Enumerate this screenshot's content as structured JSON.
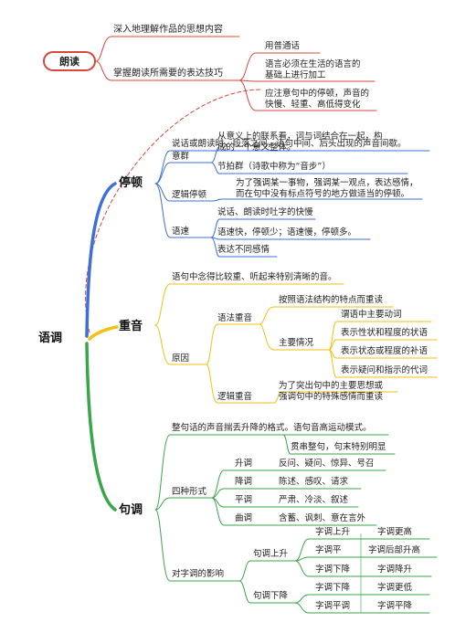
{
  "colors": {
    "red": "#d9463b",
    "blue": "#3f6fd8",
    "yellow": "#f2c116",
    "green": "#3aa64a",
    "text": "#222222"
  },
  "langdu": {
    "title": "朗读",
    "item1": "深入地理解作品的思想内容",
    "item2": "掌握朗读所需要的表达技巧",
    "sub1": "用普通话",
    "sub2a": "语言必须在生活的语言的",
    "sub2b": "基础上进行加工",
    "sub3a": "应注意句中的停顿，声音的",
    "sub3b": "快慢、轻重、高低得变化"
  },
  "root": {
    "title": "语调"
  },
  "tingdun": {
    "title": "停顿",
    "def": "说话或朗读时，段落之间，语句中间、后头出现的声音间歇。",
    "yiqun": "意群",
    "yiqun_desc_a": "从意义上的联系看，词与词结合在一起，构",
    "yiqun_desc_b": "成的一个意义整体。",
    "jiepaiqun": "节拍群（诗歌中称为“音步”）",
    "luoji": "逻辑停顿",
    "luoji_desc_a": "为了强调某一事物，强调某一观点，表达感情，",
    "luoji_desc_b": "而在句中没有标点符号的地方做适当的停顿。",
    "yusu": "语速",
    "yusu_1": "说话、朗读时吐字的快慢",
    "yusu_2": "语速快，停顿少；语速慢，停顿多。",
    "yusu_3": "表达不同感情"
  },
  "zhongyin": {
    "title": "重音",
    "def": "语句中念得比较重、听起来特别清晰的音。",
    "yuanyin": "原因",
    "yufa": "语法重音",
    "yufa_desc": "按照语法结构的特点而重读",
    "zhuyao": "主要情况",
    "cases": [
      "谓语中主要动词",
      "表示性状和程度的状语",
      "表示状态或程度的补语",
      "表示疑问和指示的代词"
    ],
    "luoji": "逻辑重音",
    "luoji_desc_a": "为了突出句中的主要思想或",
    "luoji_desc_b": "强调句中的特殊感情而重读"
  },
  "judiao": {
    "title": "句调",
    "def": "整句话的声音揣丢升降的格式。语句音高运动模式。",
    "guanchuan": "贯串整句，句末特别明显",
    "sizhong": "四种形式",
    "forms": [
      {
        "name": "升调",
        "desc": "反问、疑问、惊异、号召"
      },
      {
        "name": "降调",
        "desc": "陈述、感叹、请求"
      },
      {
        "name": "平调",
        "desc": "严肃、冷淡、叙述"
      },
      {
        "name": "曲调",
        "desc": "含蓄、讽刺、意在言外"
      }
    ],
    "yingxiang": "对字调的影响",
    "shengtitle": "句调上升",
    "sheng": [
      {
        "a": "字调上升",
        "b": "字调更高"
      },
      {
        "a": "字调平",
        "b": "字调后部升高"
      },
      {
        "a": "字调下降",
        "b": "字调降升"
      }
    ],
    "jiangtitle": "句调下降",
    "jiang": [
      {
        "a": "字调下降",
        "b": "字调更低"
      },
      {
        "a": "字调平调",
        "b": "字调平降"
      }
    ]
  }
}
